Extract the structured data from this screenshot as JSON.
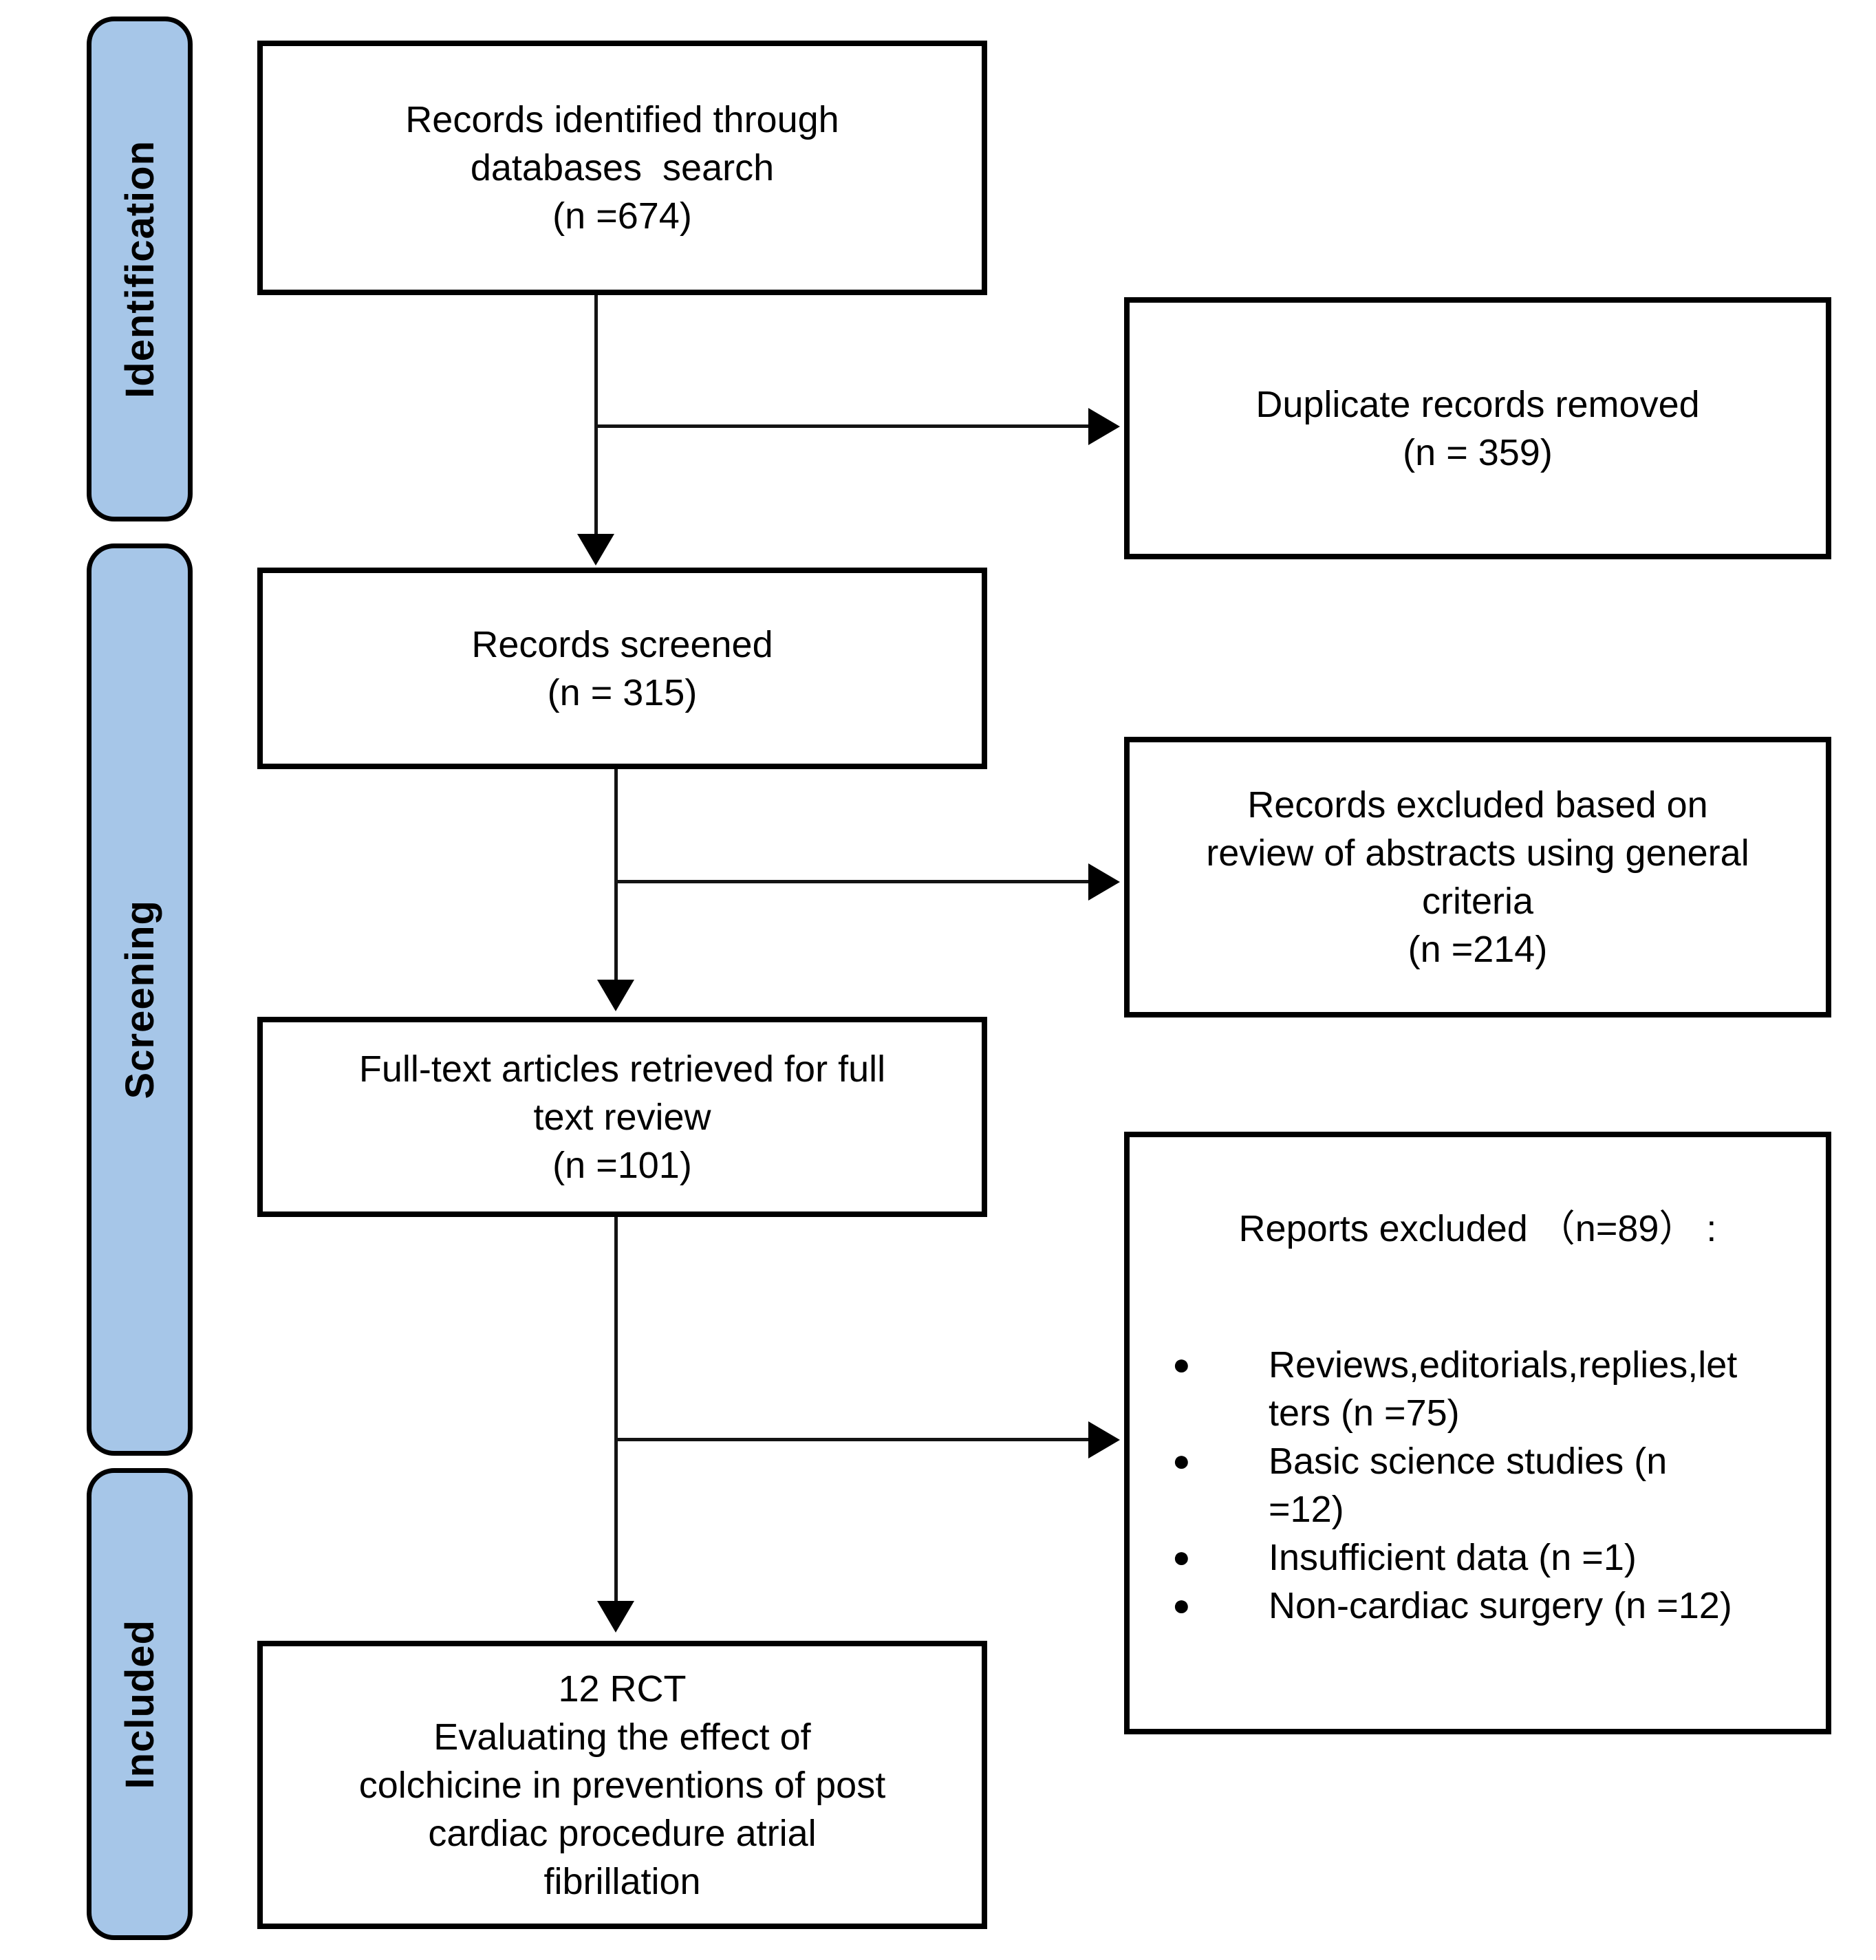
{
  "diagram": {
    "type": "prisma-flowchart",
    "colors": {
      "stage_fill": "#a6c6e8",
      "border": "#000000",
      "background": "#ffffff"
    },
    "stages": [
      {
        "label": "Identification"
      },
      {
        "label": "Screening"
      },
      {
        "label": "Included"
      }
    ],
    "flow_boxes": [
      {
        "lines": [
          "Records identified through",
          "databases  search",
          "(n =674)"
        ]
      },
      {
        "lines": [
          "Records screened",
          "(n = 315)"
        ]
      },
      {
        "lines": [
          "Full-text articles retrieved for full",
          "text review",
          "(n =101)"
        ]
      },
      {
        "lines": [
          "12 RCT",
          "Evaluating the effect of",
          "colchicine in preventions of post",
          "cardiac procedure atrial",
          "fibrillation"
        ]
      }
    ],
    "exclusion_boxes": [
      {
        "lines": [
          "Duplicate records removed",
          "(n = 359)"
        ]
      },
      {
        "lines": [
          "Records excluded based on",
          "review of abstracts using general",
          "criteria",
          "(n =214)"
        ]
      },
      {
        "title": "Reports excluded （n=89） :",
        "bullet_glyph": "●",
        "bullets": [
          "Reviews,editorials,replies,letters (n =75)",
          "Basic science studies (n =12)",
          "Insufficient data (n =1)",
          "Non-cardiac surgery (n =12)"
        ]
      }
    ]
  }
}
